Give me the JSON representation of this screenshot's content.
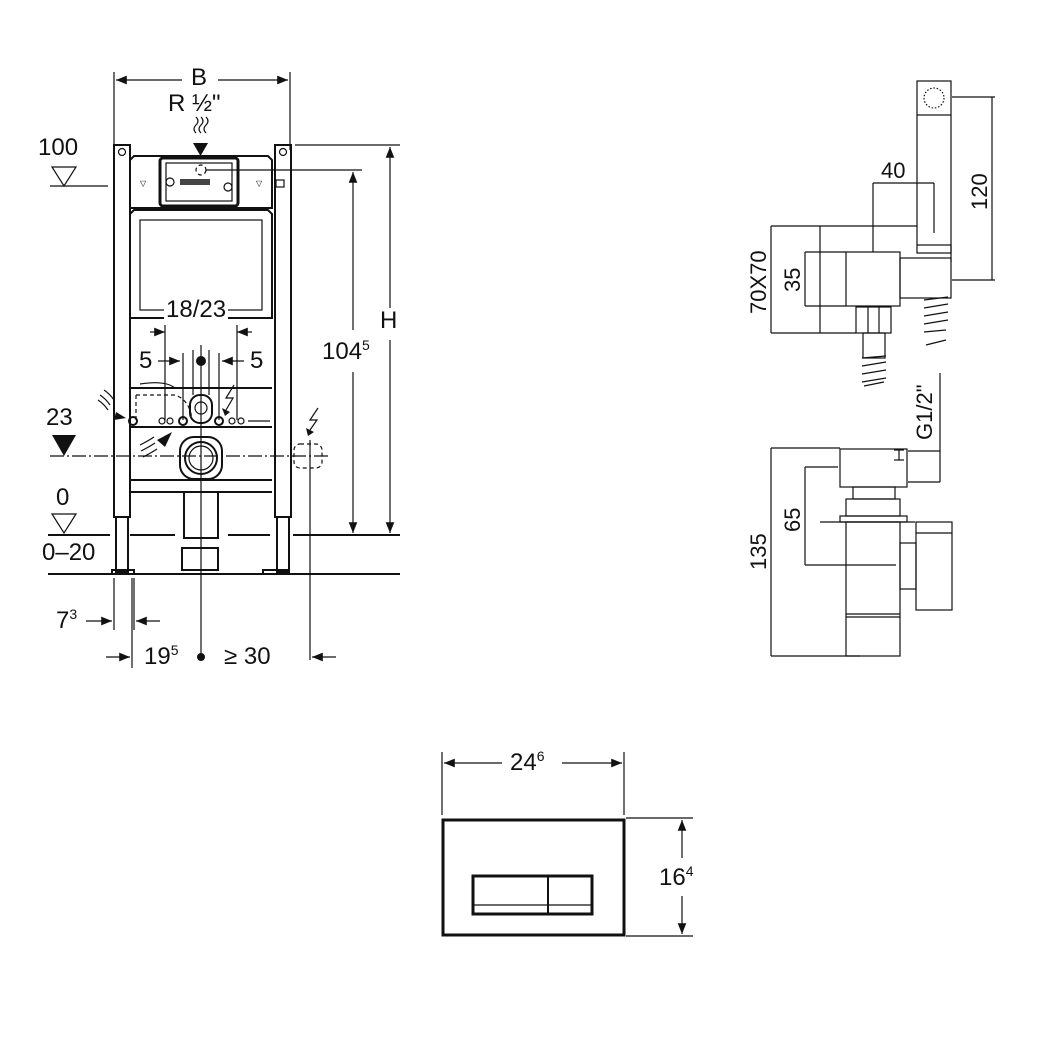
{
  "frame_diagram": {
    "width_label": "B",
    "height_label": "H",
    "water_inlet_label": "R ½\"",
    "level_100_label": "100",
    "level_23_label": "23",
    "level_0_label": "0",
    "floor_range_label": "0–20",
    "fixing_spacing_label": "18/23",
    "offset_left_label": "5",
    "offset_right_label": "5",
    "height_1045_main": "104",
    "height_1045_sup": "5",
    "foot_offset_main": "7",
    "foot_offset_sup": "3",
    "center_offset_main": "19",
    "center_offset_sup": "5",
    "min_clearance_label": "≥ 30"
  },
  "hygienic_shower_top": {
    "dim_40": "40",
    "dim_120": "120",
    "dim_70x70": "70X70",
    "dim_35": "35"
  },
  "hygienic_shower_bottom": {
    "thread_label": "G1/2\"",
    "dim_65": "65",
    "dim_135": "135"
  },
  "flush_plate": {
    "width_main": "24",
    "width_sup": "6",
    "height_main": "16",
    "height_sup": "4"
  }
}
